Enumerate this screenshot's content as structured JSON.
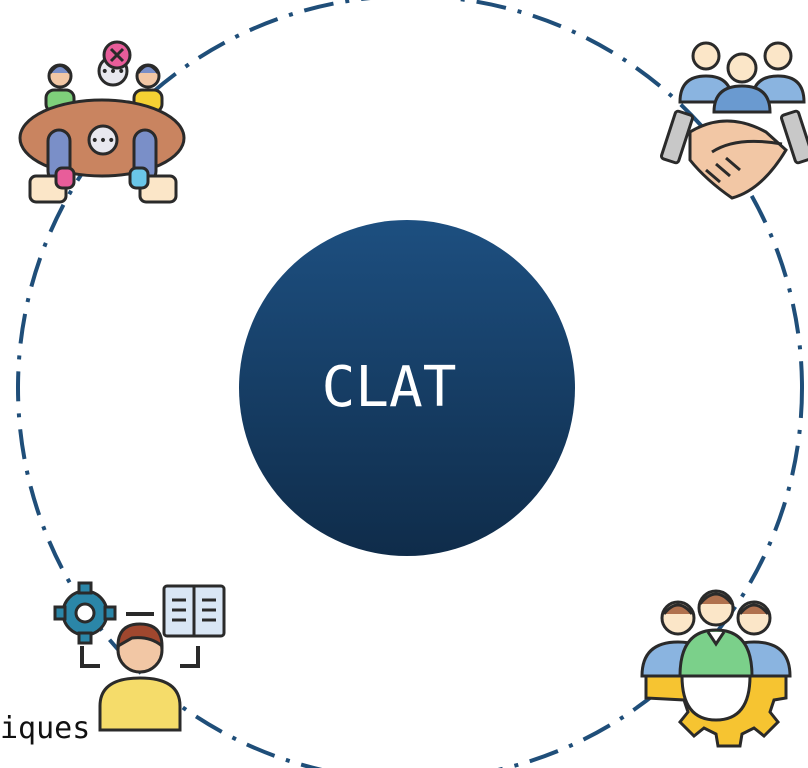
{
  "center": {
    "label": "CLAT",
    "gradient_top": "#1d4f80",
    "gradient_bottom": "#0f2c4a"
  },
  "ring": {
    "color": "#1f4e79",
    "style": "dash-dot"
  },
  "cut_label": "iques",
  "icons": [
    {
      "id": "group-discussion-icon",
      "position": "top-left"
    },
    {
      "id": "team-handshake-icon",
      "position": "top-right"
    },
    {
      "id": "learning-person-icon",
      "position": "bottom-left"
    },
    {
      "id": "team-gear-icon",
      "position": "bottom-right"
    }
  ]
}
